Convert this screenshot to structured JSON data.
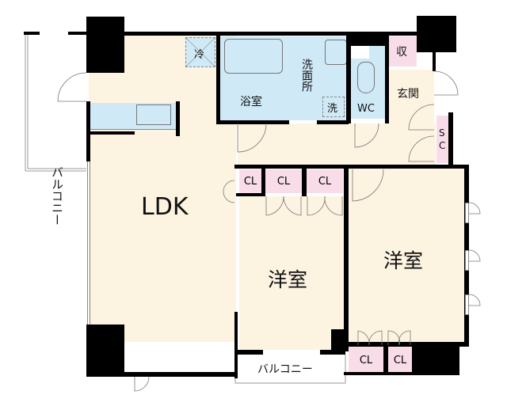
{
  "floorplan": {
    "rooms": {
      "ldk": "LDK",
      "bath": "浴室",
      "washroom": "洗面所",
      "washer": "洗",
      "fridge": "冷",
      "wc": "WC",
      "entrance": "玄関",
      "storage": "収",
      "shoe_closet": "SC",
      "western_room_1": "洋室",
      "western_room_2": "洋室",
      "balcony_west": "バルコニー",
      "balcony_south": "バルコニー"
    },
    "closets": [
      "CL",
      "CL",
      "CL",
      "CL",
      "CL"
    ],
    "colors": {
      "floor": "#fdf3e1",
      "wet_area": "#cfe9f7",
      "storage": "#f8dde8",
      "wall": "#000000"
    }
  }
}
